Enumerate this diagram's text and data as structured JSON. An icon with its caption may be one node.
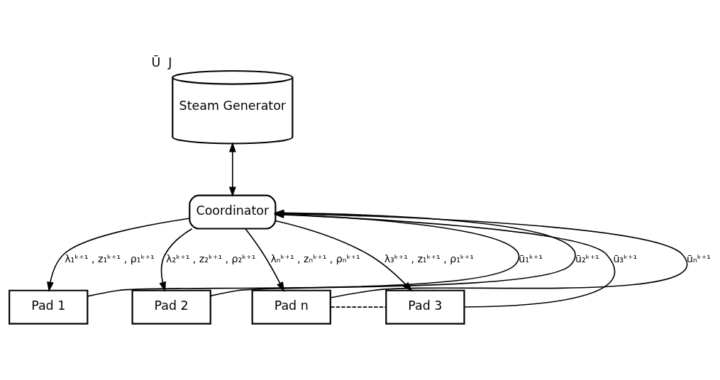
{
  "diagram": {
    "nodes": [
      {
        "text": [
          "Steam Generator"
        ],
        "beside": [
          "Ū  J"
        ]
      },
      {
        "text": [
          "Coordinator"
        ]
      },
      {
        "text": [
          "Pad 1"
        ]
      },
      {
        "text": [
          "Pad 2"
        ]
      },
      {
        "text": [
          "Pad 3"
        ]
      },
      {
        "text": [
          "Pad n"
        ]
      }
    ],
    "edges": [
      {
        "from": 0,
        "to": 1,
        "arrow": "both"
      },
      {
        "from": 1,
        "to": 2,
        "arrow": "to",
        "label": "λ₁ᵏ⁺¹ , z₁ᵏ⁺¹ , ρ₁ᵏ⁺¹"
      },
      {
        "from": 2,
        "to": 1,
        "arrow": "to",
        "label": "ū₁ᵏ⁺¹"
      },
      {
        "from": 1,
        "to": 3,
        "arrow": "to",
        "label": "λ₂ᵏ⁺¹ , z₂ᵏ⁺¹ , ρ₂ᵏ⁺¹"
      },
      {
        "from": 3,
        "to": 1,
        "arrow": "to",
        "label": "ū₂ᵏ⁺¹"
      },
      {
        "from": 4,
        "to": 1,
        "arrow": "to",
        "label": "ū₃ᵏ⁺¹"
      },
      {
        "from": 1,
        "to": 4,
        "arrow": "to",
        "label": "λ₃ᵏ⁺¹ , z₁ᵏ⁺¹ , ρ₁ᵏ⁺¹"
      },
      {
        "from": 5,
        "to": 1,
        "arrow": "to",
        "label": "ūₙᵏ⁺¹"
      },
      {
        "from": 1,
        "to": 5,
        "arrow": "to",
        "label": "λₙᵏ⁺¹ , zₙᵏ⁺¹ , ρₙᵏ⁺¹"
      },
      {
        "from": 5,
        "to": 4,
        "arrow": "none",
        "style": "dashed"
      }
    ]
  }
}
